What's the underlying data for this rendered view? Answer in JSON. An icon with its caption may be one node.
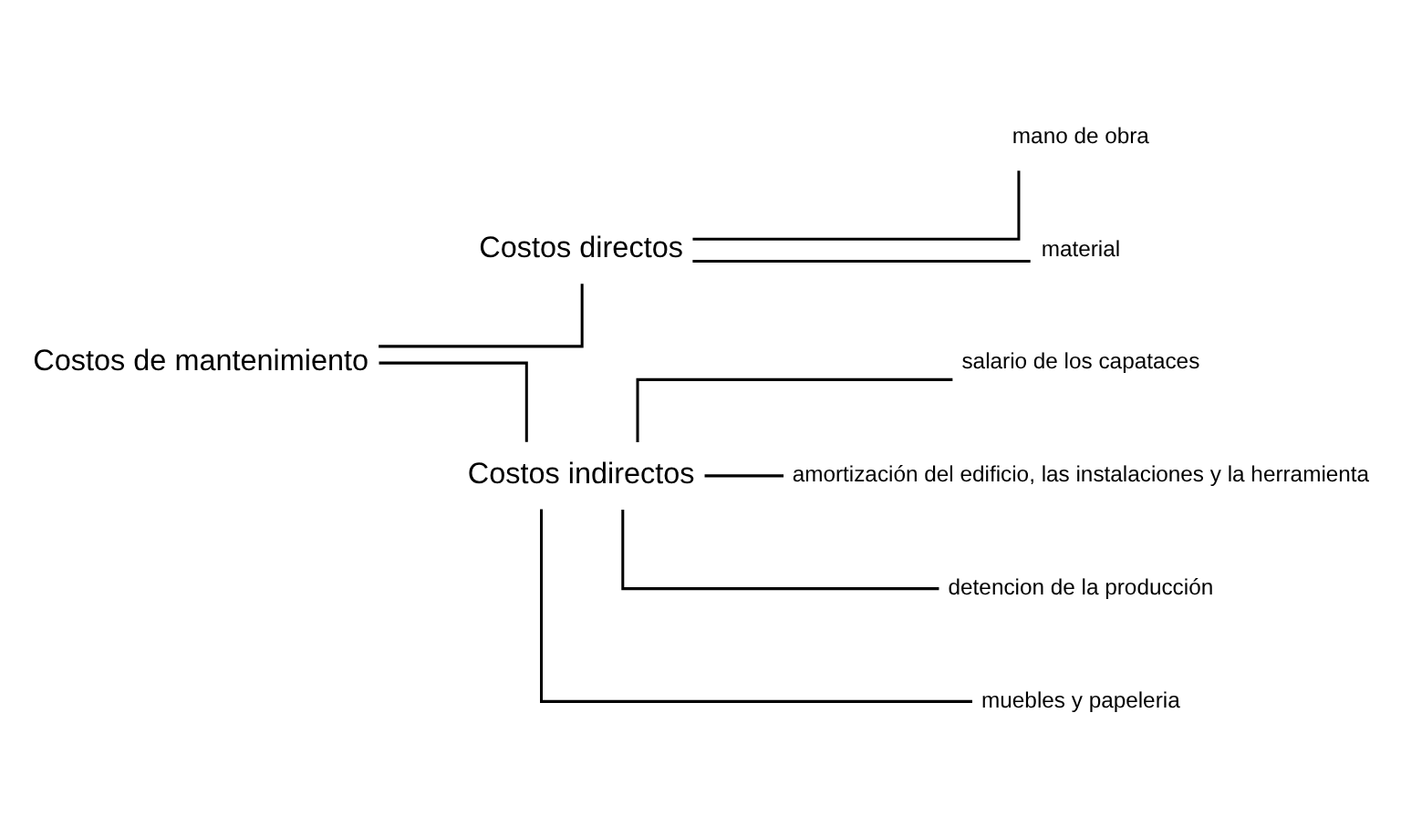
{
  "diagram": {
    "nodes": [
      {
        "text": [
          "Costos de mantenimiento"
        ]
      },
      {
        "text": [
          "Costos directos"
        ]
      },
      {
        "text": [
          "Costos indirectos"
        ]
      },
      {
        "text": [
          "mano de obra"
        ]
      },
      {
        "text": [
          "material"
        ]
      },
      {
        "text": [
          "salario de los capataces"
        ]
      },
      {
        "text": [
          "amortización del edificio, las instalaciones y la herramienta"
        ]
      },
      {
        "text": [
          "detencion de la producción"
        ]
      },
      {
        "text": [
          "muebles y papeleria"
        ]
      }
    ],
    "edges": [
      {
        "from": 0,
        "to": 1,
        "arrow": "none"
      },
      {
        "from": 0,
        "to": 2,
        "arrow": "none"
      },
      {
        "from": 1,
        "to": 3,
        "arrow": "none"
      },
      {
        "from": 1,
        "to": 4,
        "arrow": "none"
      },
      {
        "from": 2,
        "to": 5,
        "arrow": "none"
      },
      {
        "from": 2,
        "to": 6,
        "arrow": "none"
      },
      {
        "from": 2,
        "to": 7,
        "arrow": "none"
      },
      {
        "from": 2,
        "to": 8,
        "arrow": "none"
      }
    ]
  }
}
